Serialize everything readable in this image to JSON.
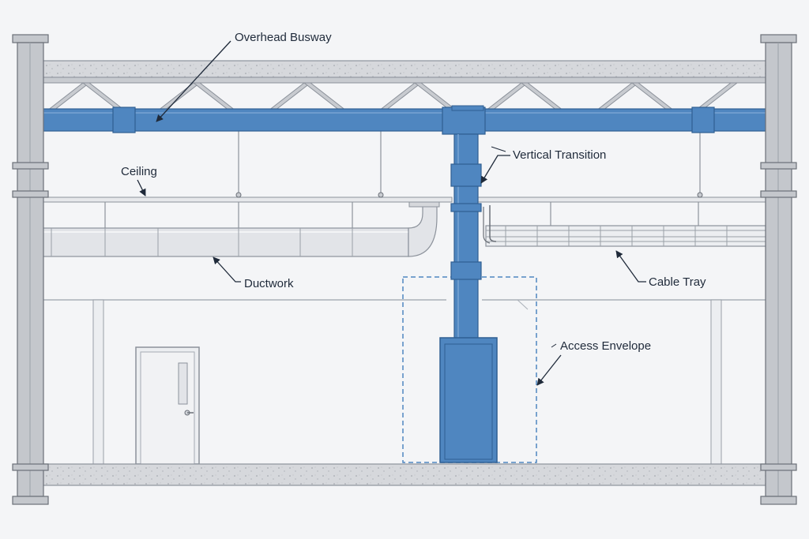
{
  "labels": {
    "busway": "Overhead Busway",
    "transition": "Vertical Transition",
    "ceiling": "Ceiling",
    "ductwork": "Ductwork",
    "cable_tray": "Cable Tray",
    "access": "Access Envelope"
  },
  "colors": {
    "background": "#f4f5f7",
    "busway": "#4f86c0",
    "busway_dark": "#2f5f92",
    "steel": "#c4c7cc",
    "steel_dark": "#6b7078",
    "duct": "#e2e4e8",
    "access_dash": "#4f86c0"
  }
}
